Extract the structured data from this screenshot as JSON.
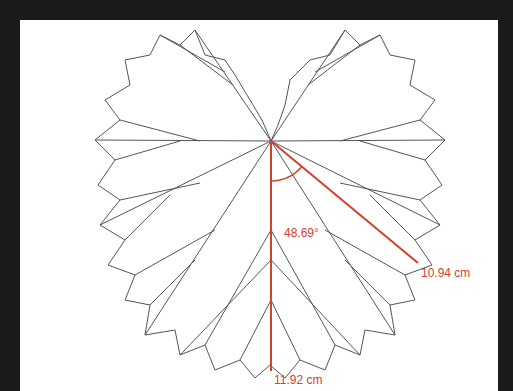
{
  "diagram": {
    "labels": [
      "48.69°",
      "10.94 cm",
      "11.92 cm"
    ]
  }
}
